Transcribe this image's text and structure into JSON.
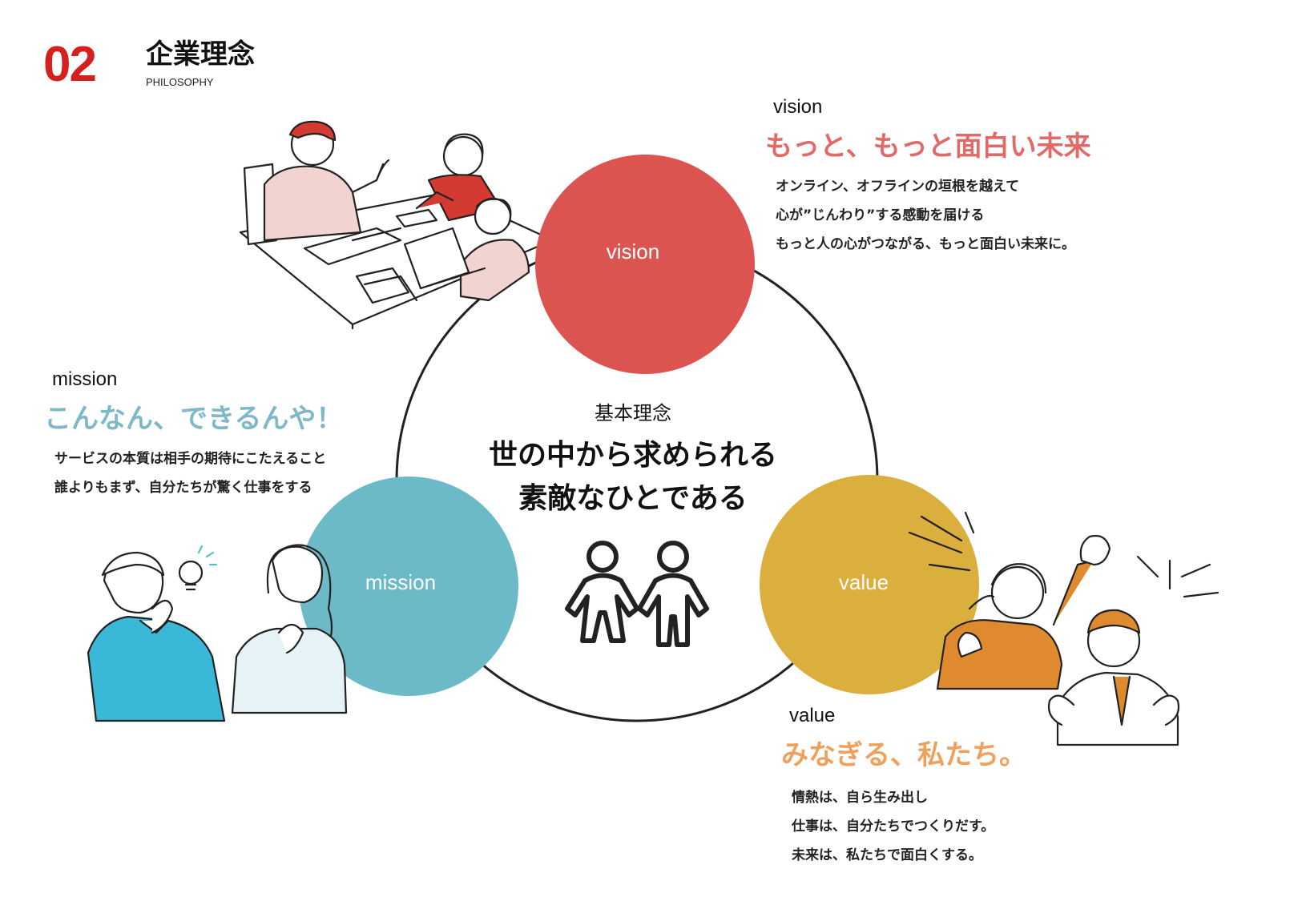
{
  "header": {
    "number": "02",
    "title": "企業理念",
    "subtitle": "PHILOSOPHY"
  },
  "core": {
    "label": "基本理念",
    "message_lines": [
      "世の中から求められる",
      "素敵なひとである"
    ]
  },
  "vision": {
    "circle_label": "vision",
    "heading": "vision",
    "catch": "もっと、もっと面白い未来",
    "lines": [
      "オンライン、オフラインの垣根を越えて",
      "心が”じんわり”する感動を届ける",
      "もっと人の心がつながる、もっと面白い未来に。"
    ]
  },
  "mission": {
    "circle_label": "mission",
    "heading": "mission",
    "catch": "こんなん、できるんや！",
    "lines": [
      "サービスの本質は相手の期待にこたえること",
      "誰よりもまず、自分たちが驚く仕事をする"
    ]
  },
  "value": {
    "circle_label": "value",
    "heading": "value",
    "catch": "みなぎる、私たち。",
    "lines": [
      "情熱は、自ら生み出し",
      "仕事は、自分たちでつくりだす。",
      "未来は、私たちで面白くする。"
    ]
  },
  "colors": {
    "vision": "#dc5450",
    "mission": "#6cbac8",
    "value": "#dbaf3e",
    "vision_text": "#e06a68",
    "mission_text": "#7fb8c6",
    "value_text": "#efa15c",
    "accent_red": "#d62020"
  },
  "icons": [
    "meeting-illustration",
    "thinking-people-illustration",
    "cheering-people-illustration",
    "people-icon"
  ]
}
